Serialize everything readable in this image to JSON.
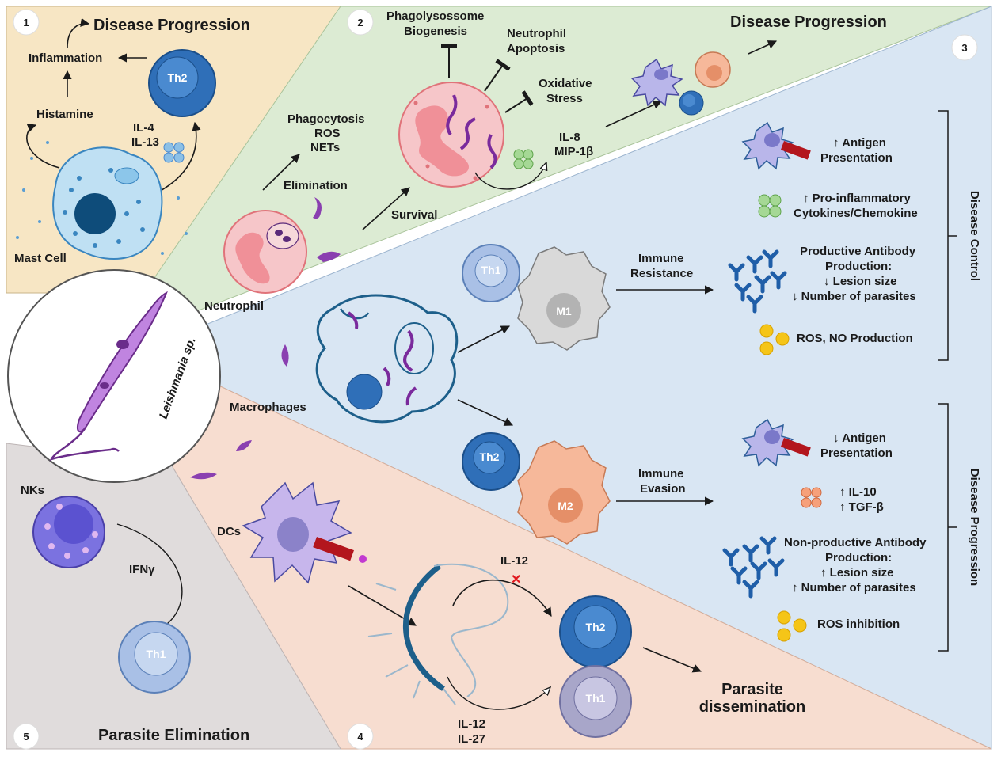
{
  "panels": {
    "p1": {
      "number": "1",
      "title": "Disease Progression",
      "inflammation": "Inflammation",
      "histamine": "Histamine",
      "th2": "Th2",
      "il4": "IL-4",
      "il13": "IL-13",
      "mast_cell": "Mast Cell"
    },
    "p2": {
      "number": "2",
      "title": "Disease Progression",
      "phago_biogenesis_1": "Phagolysossome",
      "phago_biogenesis_2": "Biogenesis",
      "neutro_apoptosis_1": "Neutrophil",
      "neutro_apoptosis_2": "Apoptosis",
      "oxidative_1": "Oxidative",
      "oxidative_2": "Stress",
      "il8": "IL-8",
      "mip": "MIP-1β",
      "phagocytosis": "Phagocytosis",
      "ros": "ROS",
      "nets": "NETs",
      "elimination": "Elimination",
      "survival": "Survival",
      "neutrophil": "Neutrophil"
    },
    "p3": {
      "number": "3",
      "macrophages": "Macrophages",
      "th1": "Th1",
      "th2": "Th2",
      "m1": "M1",
      "m2": "M2",
      "immune_resistance_1": "Immune",
      "immune_resistance_2": "Resistance",
      "immune_evasion_1": "Immune",
      "immune_evasion_2": "Evasion",
      "control_label": "Disease Control",
      "progression_label": "Disease Progression",
      "c_antigen_1": "↑ Antigen",
      "c_antigen_2": "Presentation",
      "c_cyto_1": "↑ Pro-inflammatory",
      "c_cyto_2": "Cytokines/Chemokine",
      "c_ab_1": "Productive Antibody",
      "c_ab_2": "Production:",
      "c_ab_3": "↓ Lesion size",
      "c_ab_4": "↓ Number of parasites",
      "c_ros": "ROS, NO Production",
      "p_antigen_1": "↓ Antigen",
      "p_antigen_2": "Presentation",
      "p_il10": "↑ IL-10",
      "p_tgf": "↑ TGF-β",
      "p_ab_1": "Non-productive  Antibody",
      "p_ab_2": "Production:",
      "p_ab_3": "↑ Lesion size",
      "p_ab_4": "↑ Number of parasites",
      "p_ros": "ROS inhibition"
    },
    "p4": {
      "number": "4",
      "dcs": "DCs",
      "il12_top": "IL-12",
      "il12_bottom": "IL-12",
      "il27": "IL-27",
      "th2": "Th2",
      "th1": "Th1",
      "dissemination_1": "Parasite",
      "dissemination_2": "dissemination"
    },
    "p5": {
      "number": "5",
      "nks": "NKs",
      "ifn": "IFNγ",
      "th1": "Th1",
      "title": "Parasite Elimination"
    }
  },
  "center": {
    "label": "Leishmania sp."
  },
  "colors": {
    "panel1_bg": "#f7e6c4",
    "panel2_bg": "#dcebd3",
    "panel3_bg": "#d9e6f3",
    "panel4_bg": "#f7ddd0",
    "panel5_bg": "#e0dcdc",
    "parasite": "#8a3fb0",
    "th2": "#2f6fb8",
    "th1": "#a9c0e6",
    "neutrophil": "#f6c6c9",
    "m1": "#d9d9d9",
    "m2": "#f6b89a"
  }
}
